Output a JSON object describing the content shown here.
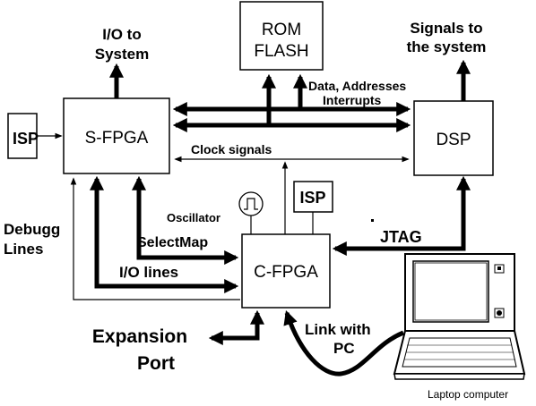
{
  "blocks": {
    "s_fpga": "S-FPGA",
    "dsp": "DSP",
    "c_fpga": "C-FPGA",
    "rom_line1": "ROM",
    "rom_line2": "FLASH",
    "isp_left": "ISP",
    "isp_right": "ISP"
  },
  "labels": {
    "io_to_system_1": "I/O to",
    "io_to_system_2": "System",
    "signals_1": "Signals to",
    "signals_2": "the system",
    "data_addr_1": "Data, Addresses",
    "data_addr_2": "Interrupts",
    "clock_signals": "Clock signals",
    "debug_1": "Debugg",
    "debug_2": "Lines",
    "oscillator": "Oscillator",
    "selectmap": "SelectMap",
    "io_lines": "I/O lines",
    "jtag": "JTAG",
    "expansion_1": "Expansion",
    "expansion_2": "Port",
    "link_1": "Link with",
    "link_2": "PC",
    "laptop": "Laptop computer"
  }
}
